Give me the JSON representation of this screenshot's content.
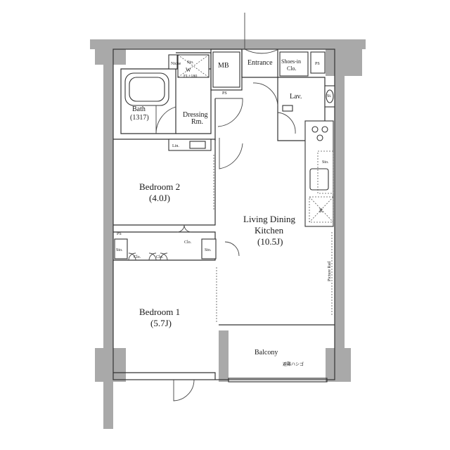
{
  "labels": {
    "entrance": "Entrance",
    "shoes_in_clo": [
      "Shoes-in",
      "Clo."
    ],
    "ps": "PS",
    "mb": "MB",
    "niche": "Niche",
    "sto": "Sto.",
    "w": "W",
    "w_fl": "FL+180",
    "lav": "Lav.",
    "st": "St.",
    "bath": [
      "Bath",
      "(1317)"
    ],
    "dressing": [
      "Dressing",
      "Rm."
    ],
    "lin": "Lin.",
    "bedroom2": [
      "Bedroom 2",
      "(4.0J)"
    ],
    "ldk": [
      "Living Dining",
      "Kitchen",
      "(10.5J)"
    ],
    "r": "R",
    "clo": "Clo.",
    "picture_rail": "Picture Rail",
    "bedroom1": [
      "Bedroom 1",
      "(5.7J)"
    ],
    "balcony": "Balcony",
    "ladder": "避難ハシゴ"
  },
  "colors": {
    "wall": "#a9a9a9",
    "line": "#333333"
  }
}
